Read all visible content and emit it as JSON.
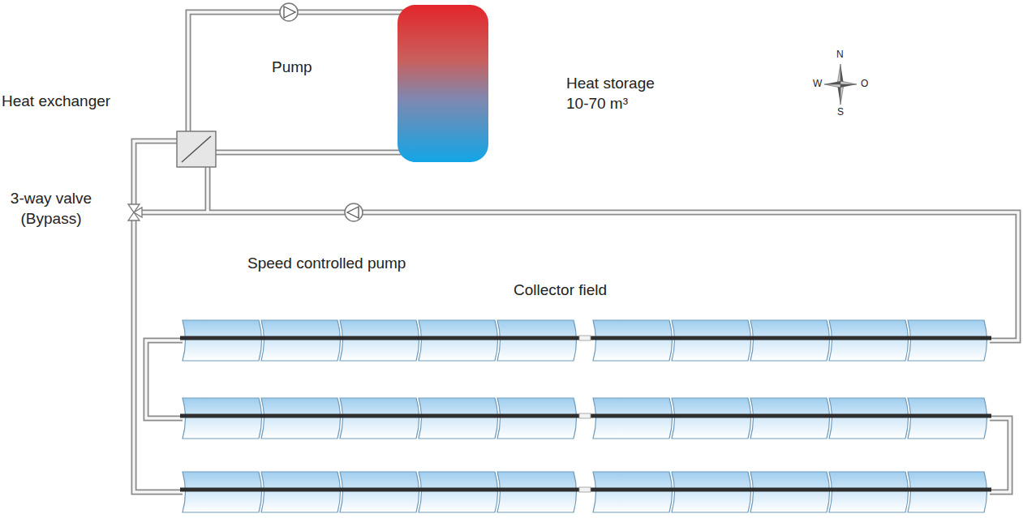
{
  "diagram": {
    "labels": [
      "Pump",
      "Heat storage 10-70 m³",
      "Heat exchanger",
      "3-way valve (Bypass)",
      "Speed controlled pump",
      "Collector field",
      "N",
      "W",
      "O",
      "S"
    ]
  }
}
